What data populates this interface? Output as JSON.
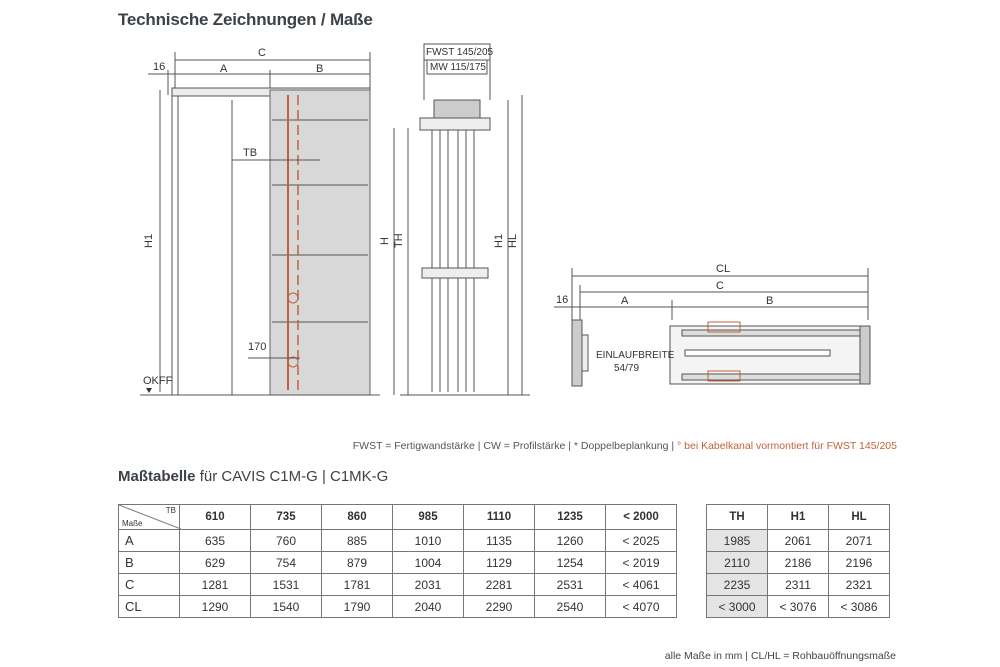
{
  "title": "Technische Zeichnungen / Maße",
  "drawing_labels": {
    "c": "C",
    "a": "A",
    "b": "B",
    "sixteen": "16",
    "h1": "H1",
    "tb": "TB",
    "seventy": "170",
    "okff": "OKFF",
    "fwst": "FWST 145/205",
    "mw": "MW 115/175",
    "h": "H",
    "th": "TH",
    "hl": "HL",
    "cl": "CL",
    "einlauf": "EINLAUFBREITE",
    "einlauf_val": "54/79"
  },
  "legend": {
    "text": "FWST = Fertigwandstärke | CW = Profilstärke | * Doppelbeplankung |",
    "orange_text": " ° bei Kabelkanal vormontiert für FWST 145/205"
  },
  "table_title": {
    "bold": "Maßtabelle",
    "rest": " für CAVIS C1M-G | C1MK-G"
  },
  "main_table": {
    "corner_top": "TB",
    "corner_bottom": "Maße",
    "columns": [
      "610",
      "735",
      "860",
      "985",
      "1110",
      "1235",
      "< 2000"
    ],
    "rows": [
      {
        "label": "A",
        "values": [
          "635",
          "760",
          "885",
          "1010",
          "1135",
          "1260",
          "< 2025"
        ]
      },
      {
        "label": "B",
        "values": [
          "629",
          "754",
          "879",
          "1004",
          "1129",
          "1254",
          "< 2019"
        ]
      },
      {
        "label": "C",
        "values": [
          "1281",
          "1531",
          "1781",
          "2031",
          "2281",
          "2531",
          "< 4061"
        ]
      },
      {
        "label": "CL",
        "values": [
          "1290",
          "1540",
          "1790",
          "2040",
          "2290",
          "2540",
          "< 4070"
        ]
      }
    ]
  },
  "side_table": {
    "columns": [
      "TH",
      "H1",
      "HL"
    ],
    "rows": [
      [
        "1985",
        "2061",
        "2071"
      ],
      [
        "2110",
        "2186",
        "2196"
      ],
      [
        "2235",
        "2311",
        "2321"
      ],
      [
        "< 3000",
        "< 3076",
        "< 3086"
      ]
    ]
  },
  "footnote": "alle Maße in mm | CL/HL = Rohbauöffnungsmaße",
  "colors": {
    "accent_orange": "#c0623c",
    "line": "#555555",
    "panel": "#d8d8d8"
  }
}
